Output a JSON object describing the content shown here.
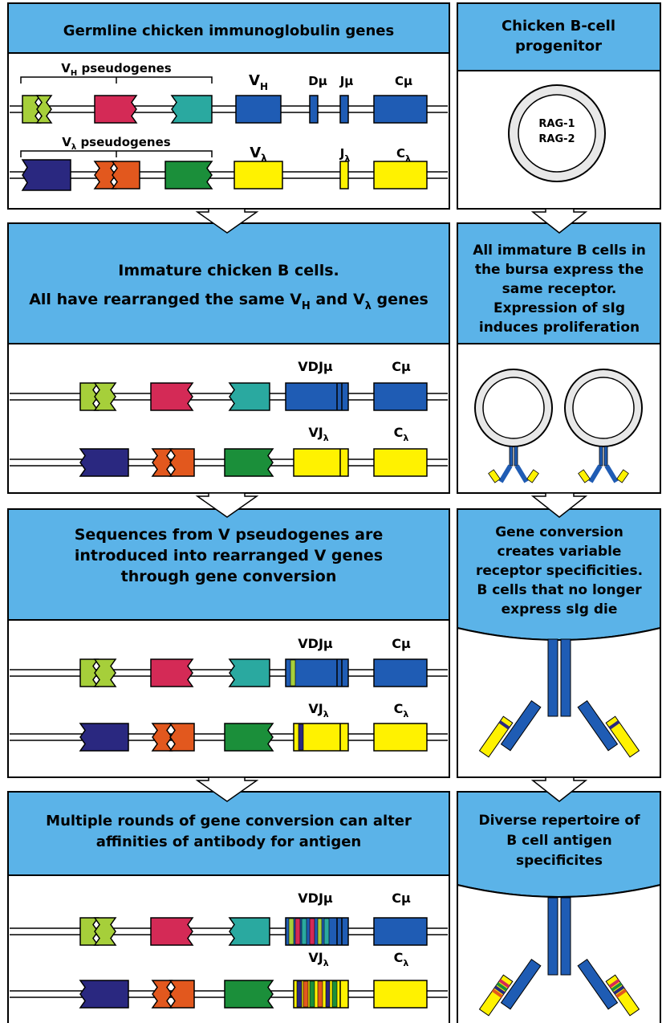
{
  "colors": {
    "header_blue": "#5bb3e8",
    "v_blue": "#1f5cb4",
    "pseudo_green": "#a6cf3a",
    "pseudo_red": "#d42a56",
    "pseudo_teal": "#2aa9a0",
    "pseudo_navy": "#2a2880",
    "pseudo_orange": "#e2581e",
    "pseudo_dgreen": "#1b8f3a",
    "lambda_yellow": "#fff200"
  },
  "left_panels": [
    {
      "header_lines": [
        "Germline chicken immunoglobulin genes"
      ],
      "label_vh_pseudo": "V",
      "label_vh_pseudo_sub": "H",
      "label_vh_pseudo_rest": " pseudogenes",
      "label_vl_pseudo": "V",
      "label_vl_pseudo_sub": "λ",
      "label_vl_pseudo_rest": " pseudogenes",
      "label_vh": "V",
      "label_vh_sub": "H",
      "label_dmu": "Dμ",
      "label_jmu": "Jμ",
      "label_cmu": "Cμ",
      "label_vl": "V",
      "label_vl_sub": "λ",
      "label_jl": "J",
      "label_jl_sub": "λ",
      "label_cl": "C",
      "label_cl_sub": "λ"
    },
    {
      "header_lines": [
        "Immature chicken B cells.",
        "All have rearranged the same V",
        "H",
        " and V",
        "λ",
        " genes"
      ],
      "label_vdj": "VDJμ",
      "label_cmu": "Cμ",
      "label_vj": "VJ",
      "label_vj_sub": "λ",
      "label_cl": "C",
      "label_cl_sub": "λ"
    },
    {
      "header_lines": [
        "Sequences from V pseudogenes are",
        "introduced into rearranged V genes",
        "through gene conversion"
      ],
      "label_vdj": "VDJμ",
      "label_cmu": "Cμ",
      "label_vj": "VJ",
      "label_vj_sub": "λ",
      "label_cl": "C",
      "label_cl_sub": "λ"
    },
    {
      "header_lines": [
        "Multiple rounds of gene conversion can alter",
        "affinities of antibody for antigen"
      ],
      "label_vdj": "VDJμ",
      "label_cmu": "Cμ",
      "label_vj": "VJ",
      "label_vj_sub": "λ",
      "label_cl": "C",
      "label_cl_sub": "λ"
    }
  ],
  "right_panels": [
    {
      "header_lines": [
        "Chicken B-cell",
        "progenitor"
      ],
      "cell_text": [
        "RAG-1",
        "RAG-2"
      ]
    },
    {
      "header_lines": [
        "All immature B cells in",
        "the bursa express the",
        "same receptor.",
        "Expression of sIg",
        "induces proliferation"
      ]
    },
    {
      "header_lines": [
        "Gene conversion",
        "creates variable",
        "receptor specificities.",
        "B cells that no longer",
        "express sIg die"
      ]
    },
    {
      "header_lines": [
        "Diverse repertoire of",
        "B cell antigen",
        "specificites"
      ]
    }
  ]
}
